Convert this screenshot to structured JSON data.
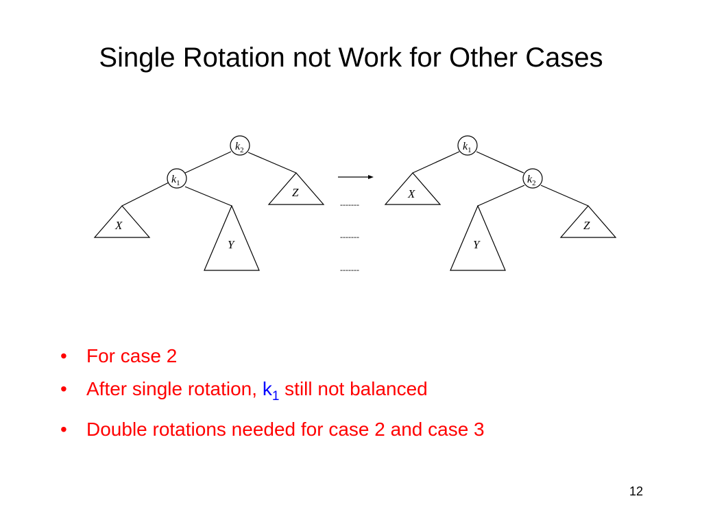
{
  "slide": {
    "title": "Single Rotation not Work for Other Cases",
    "page_number": "12"
  },
  "diagram": {
    "before": {
      "root": {
        "name": "k",
        "sub": "2"
      },
      "child": {
        "name": "k",
        "sub": "1"
      },
      "subtrees": [
        "X",
        "Y",
        "Z"
      ]
    },
    "after": {
      "root": {
        "name": "k",
        "sub": "1"
      },
      "child": {
        "name": "k",
        "sub": "2"
      },
      "subtrees": [
        "X",
        "Y",
        "Z"
      ]
    },
    "dash_label": "-------"
  },
  "bullets": [
    {
      "text": "For case 2"
    },
    {
      "before": "After single rotation, ",
      "k": "k",
      "sub": "1",
      "after": " still not balanced"
    },
    {
      "text": "Double rotations needed for case 2 and case 3"
    }
  ],
  "colors": {
    "bullet_text": "#ff0000",
    "k_highlight": "#0000ff",
    "line": "#000000"
  }
}
